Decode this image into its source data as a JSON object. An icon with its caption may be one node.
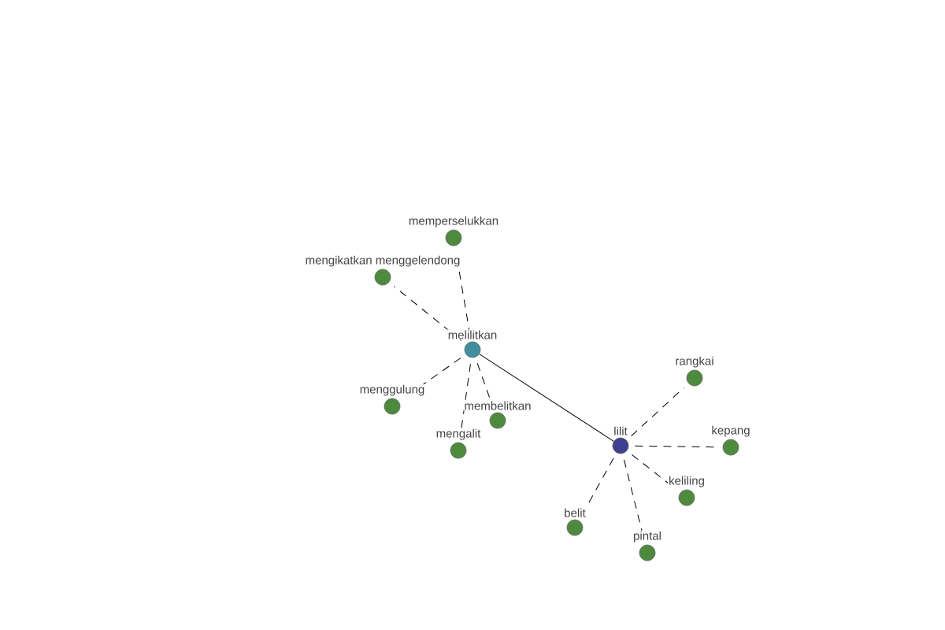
{
  "diagram": {
    "nodes": [
      {
        "text": [
          "melilitkan"
        ]
      },
      {
        "text": [
          "lilit"
        ]
      },
      {
        "text": [
          "memperselukkan"
        ]
      },
      {
        "text": [
          "mengikatkan menggelendong"
        ]
      },
      {
        "text": [
          "menggulung"
        ]
      },
      {
        "text": [
          "membelitkan"
        ]
      },
      {
        "text": [
          "mengalit"
        ]
      },
      {
        "text": [
          "rangkai"
        ]
      },
      {
        "text": [
          "kepang"
        ]
      },
      {
        "text": [
          "keliling"
        ]
      },
      {
        "text": [
          "belit"
        ]
      },
      {
        "text": [
          "pintal"
        ]
      }
    ],
    "edges": [
      {
        "from": 0,
        "to": 1,
        "arrow": "none"
      },
      {
        "from": 0,
        "to": 2,
        "arrow": "none",
        "style": "dashed"
      },
      {
        "from": 0,
        "to": 3,
        "arrow": "none",
        "style": "dashed"
      },
      {
        "from": 0,
        "to": 4,
        "arrow": "none",
        "style": "dashed"
      },
      {
        "from": 0,
        "to": 5,
        "arrow": "none",
        "style": "dashed"
      },
      {
        "from": 0,
        "to": 6,
        "arrow": "none",
        "style": "dashed"
      },
      {
        "from": 1,
        "to": 7,
        "arrow": "none",
        "style": "dashed"
      },
      {
        "from": 1,
        "to": 8,
        "arrow": "none",
        "style": "dashed"
      },
      {
        "from": 1,
        "to": 9,
        "arrow": "none",
        "style": "dashed"
      },
      {
        "from": 1,
        "to": 10,
        "arrow": "none",
        "style": "dashed"
      },
      {
        "from": 1,
        "to": 11,
        "arrow": "none",
        "style": "dashed"
      }
    ]
  }
}
